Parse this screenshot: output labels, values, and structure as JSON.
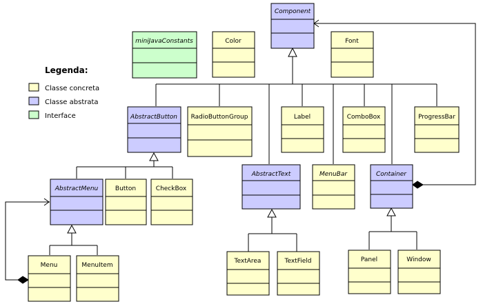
{
  "colors": {
    "concrete": "#ffffcc",
    "abstract": "#ccccff",
    "interface": "#ccffcc",
    "line": "#000000"
  },
  "legend": {
    "title": "Legenda:",
    "concrete": "Classe concreta",
    "abstract": "Classe abstrata",
    "interface": "Interface"
  },
  "classes": {
    "component": "Component",
    "minijava": "miniJavaConstants",
    "color": "Color",
    "font": "Font",
    "abstract_button": "AbstractButton",
    "radio_button_group": "RadioButtonGroup",
    "label": "Label",
    "combo_box": "ComboBox",
    "progress_bar": "ProgressBar",
    "abstract_menu": "AbstractMenu",
    "button": "Button",
    "check_box": "CheckBox",
    "abstract_text": "AbstractText",
    "menu_bar": "MenuBar",
    "container": "Container",
    "menu": "Menu",
    "menu_item": "MenuItem",
    "text_area": "TextArea",
    "text_field": "TextField",
    "panel": "Panel",
    "window": "Window"
  }
}
